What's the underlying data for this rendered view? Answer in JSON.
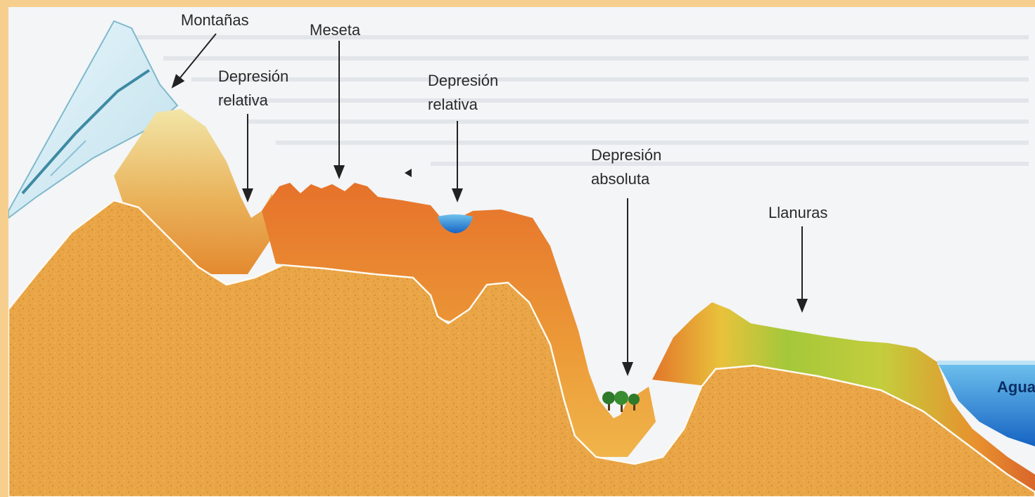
{
  "labels": {
    "mountains": "Montañas",
    "plateau": "Meseta",
    "relative_depression_1_line1": "Depresión",
    "relative_depression_1_line2": "relativa",
    "relative_depression_2_line1": "Depresión",
    "relative_depression_2_line2": "relativa",
    "absolute_depression_line1": "Depresión",
    "absolute_depression_line2": "absoluta",
    "plains": "Llanuras",
    "water": "Agua"
  },
  "colors": {
    "frame": "#f6cf8f",
    "sky": "#f4f6f8",
    "ground": "#eaa54a",
    "terrain_orange": "#e0782a",
    "snow": "#d6eef5",
    "vegetation": "#9cc43a",
    "water": "#1f7fd6"
  }
}
